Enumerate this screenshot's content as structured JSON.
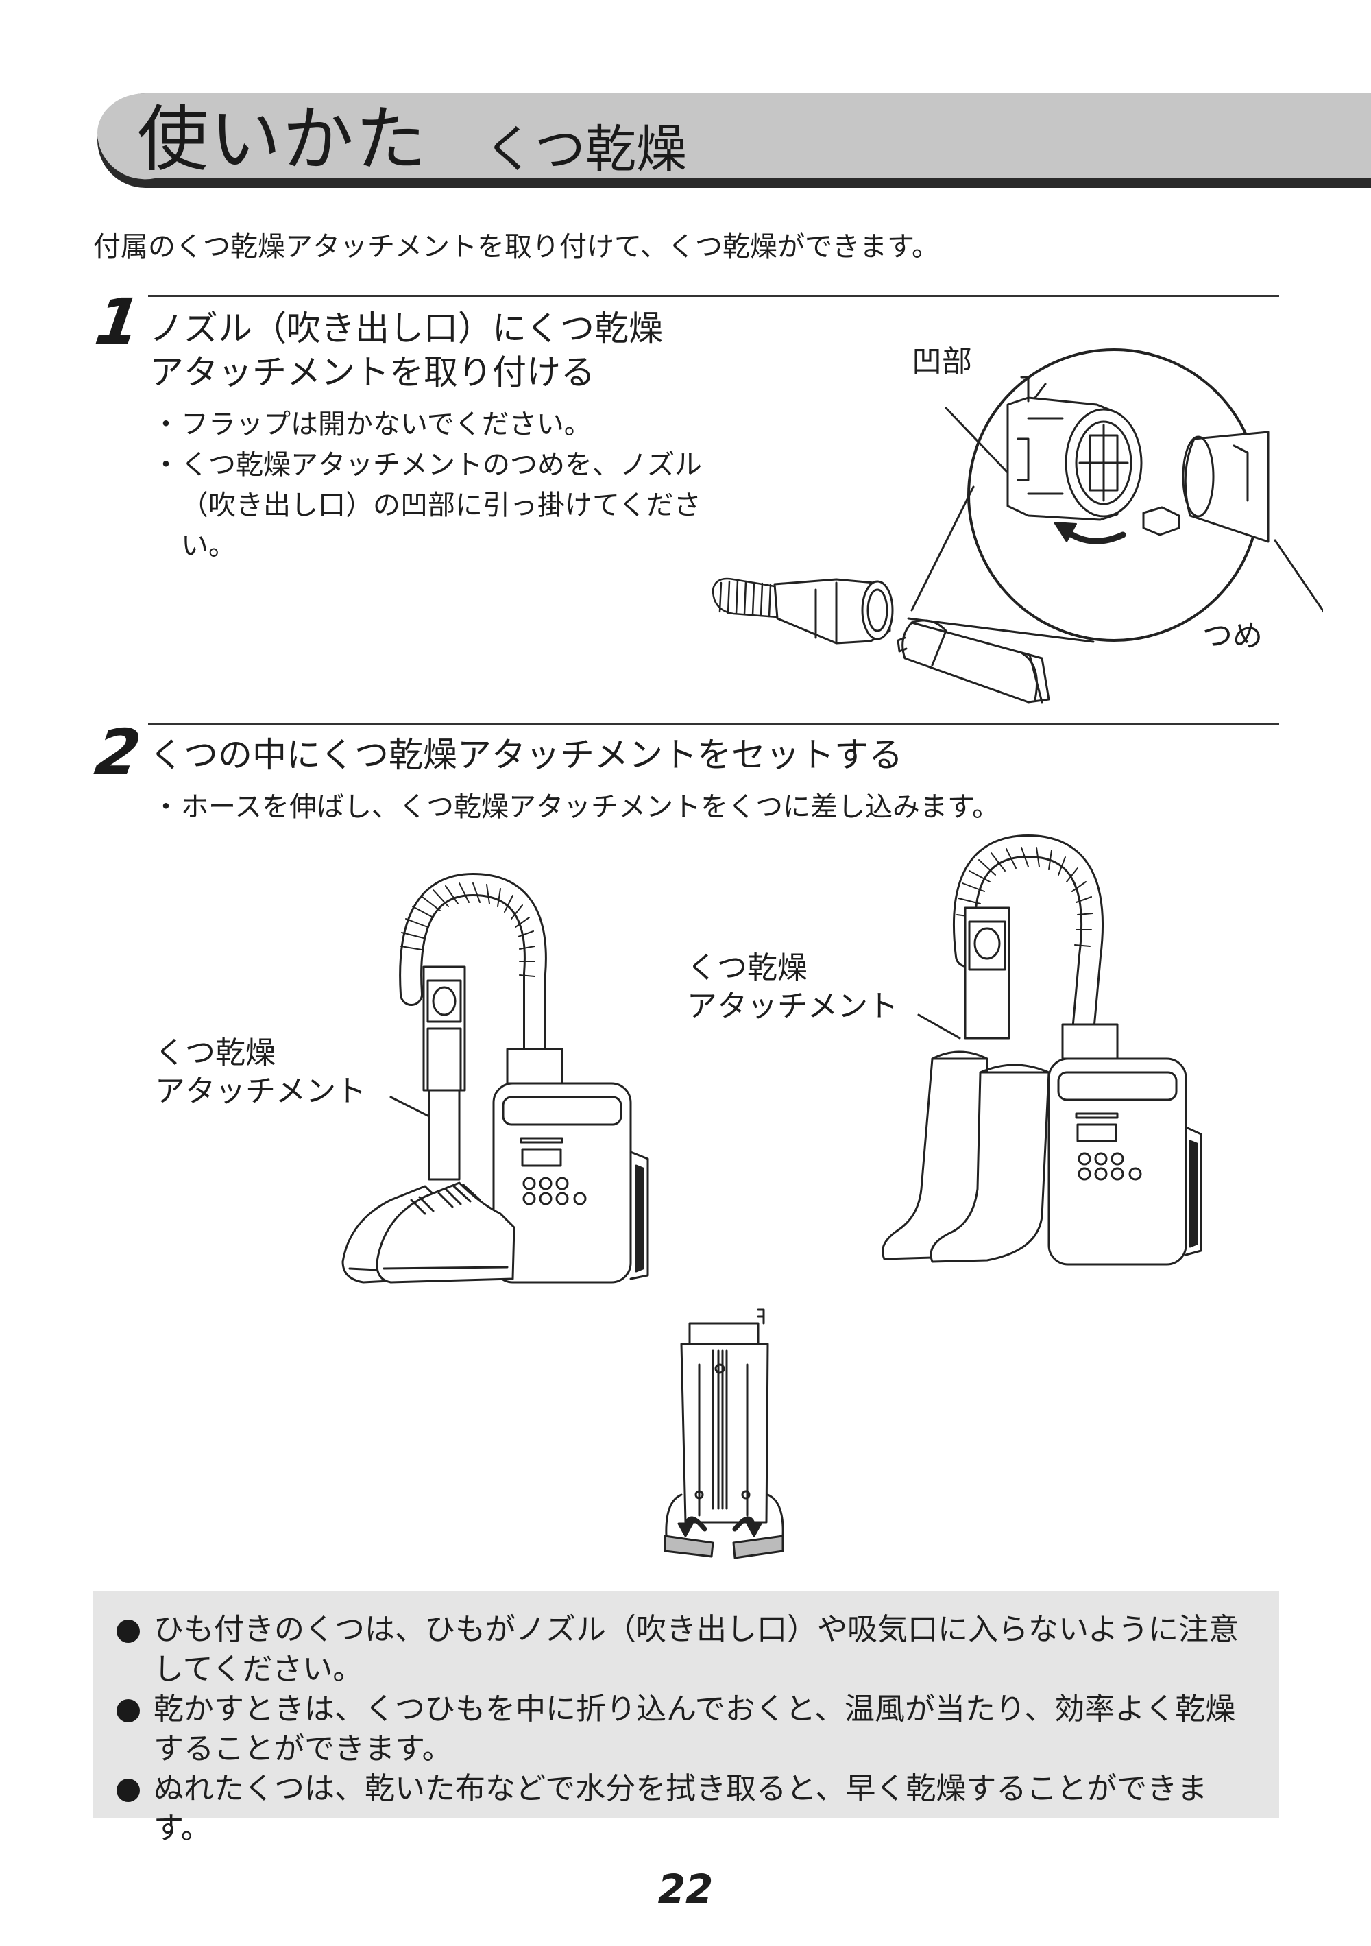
{
  "header": {
    "title": "使いかた",
    "subtitle": "くつ乾燥"
  },
  "intro": "付属のくつ乾燥アタッチメントを取り付けて、くつ乾燥ができます。",
  "steps": [
    {
      "number": "1",
      "title_lines": [
        "ノズル（吹き出し口）にくつ乾燥",
        "アタッチメントを取り付ける"
      ],
      "bullets": [
        "フラップは開かないでください。",
        "くつ乾燥アタッチメントのつめを、ノズル（吹き出し口）の凹部に引っ掛けてください。"
      ],
      "callouts": {
        "recess": "凹部",
        "claw": "つめ"
      }
    },
    {
      "number": "2",
      "title_lines": [
        "くつの中にくつ乾燥アタッチメントをセットする"
      ],
      "bullets": [
        "ホースを伸ばし、くつ乾燥アタッチメントをくつに差し込みます。"
      ],
      "callouts": {
        "attachment_left": "くつ乾燥\nアタッチメント",
        "attachment_right": "くつ乾燥\nアタッチメント"
      }
    }
  ],
  "notes": [
    "ひも付きのくつは、ひもがノズル（吹き出し口）や吸気口に入らないように注意してください。",
    "乾かすときは、くつひもを中に折り込んでおくと、温風が当たり、効率よく乾燥することができます。",
    "ぬれたくつは、乾いた布などで水分を拭き取ると、早く乾燥することができます。"
  ],
  "page_number": "22",
  "colors": {
    "header_band": "#c6c6c6",
    "header_band_edge": "#2a2a2a",
    "notes_background": "#e5e5e5",
    "line_art": "#222222"
  }
}
